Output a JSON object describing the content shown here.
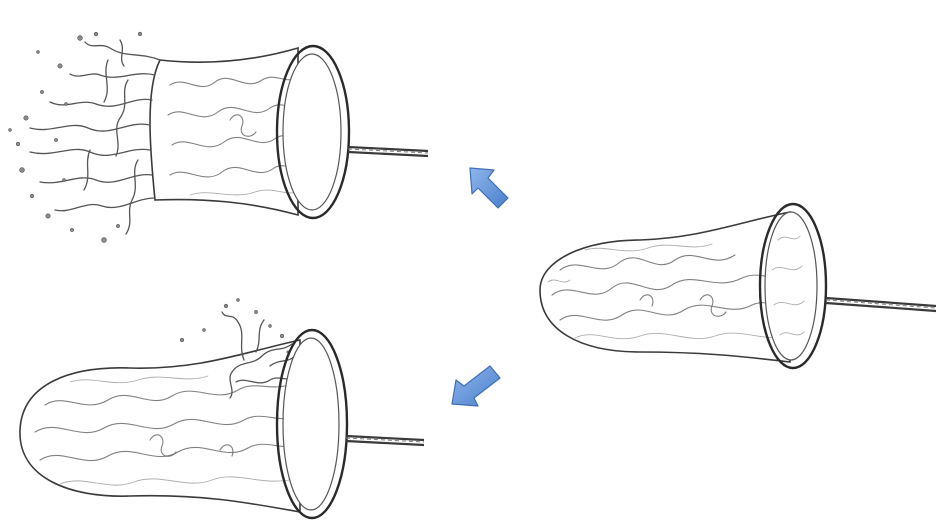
{
  "diagram": {
    "panels": [
      {
        "id": "intact",
        "state": "intact net"
      },
      {
        "id": "burst-small",
        "state": "net with small rupture"
      },
      {
        "id": "burst-large",
        "state": "net burst open"
      }
    ],
    "arrows": [
      {
        "id": "to-burst-large",
        "direction": "up-left"
      },
      {
        "id": "to-burst-small",
        "direction": "down-left"
      }
    ],
    "colors": {
      "arrow_fill": "#5b8fd6",
      "arrow_stroke": "#3f6fb8",
      "line": "#3a3a3a",
      "background": "#ffffff"
    }
  }
}
